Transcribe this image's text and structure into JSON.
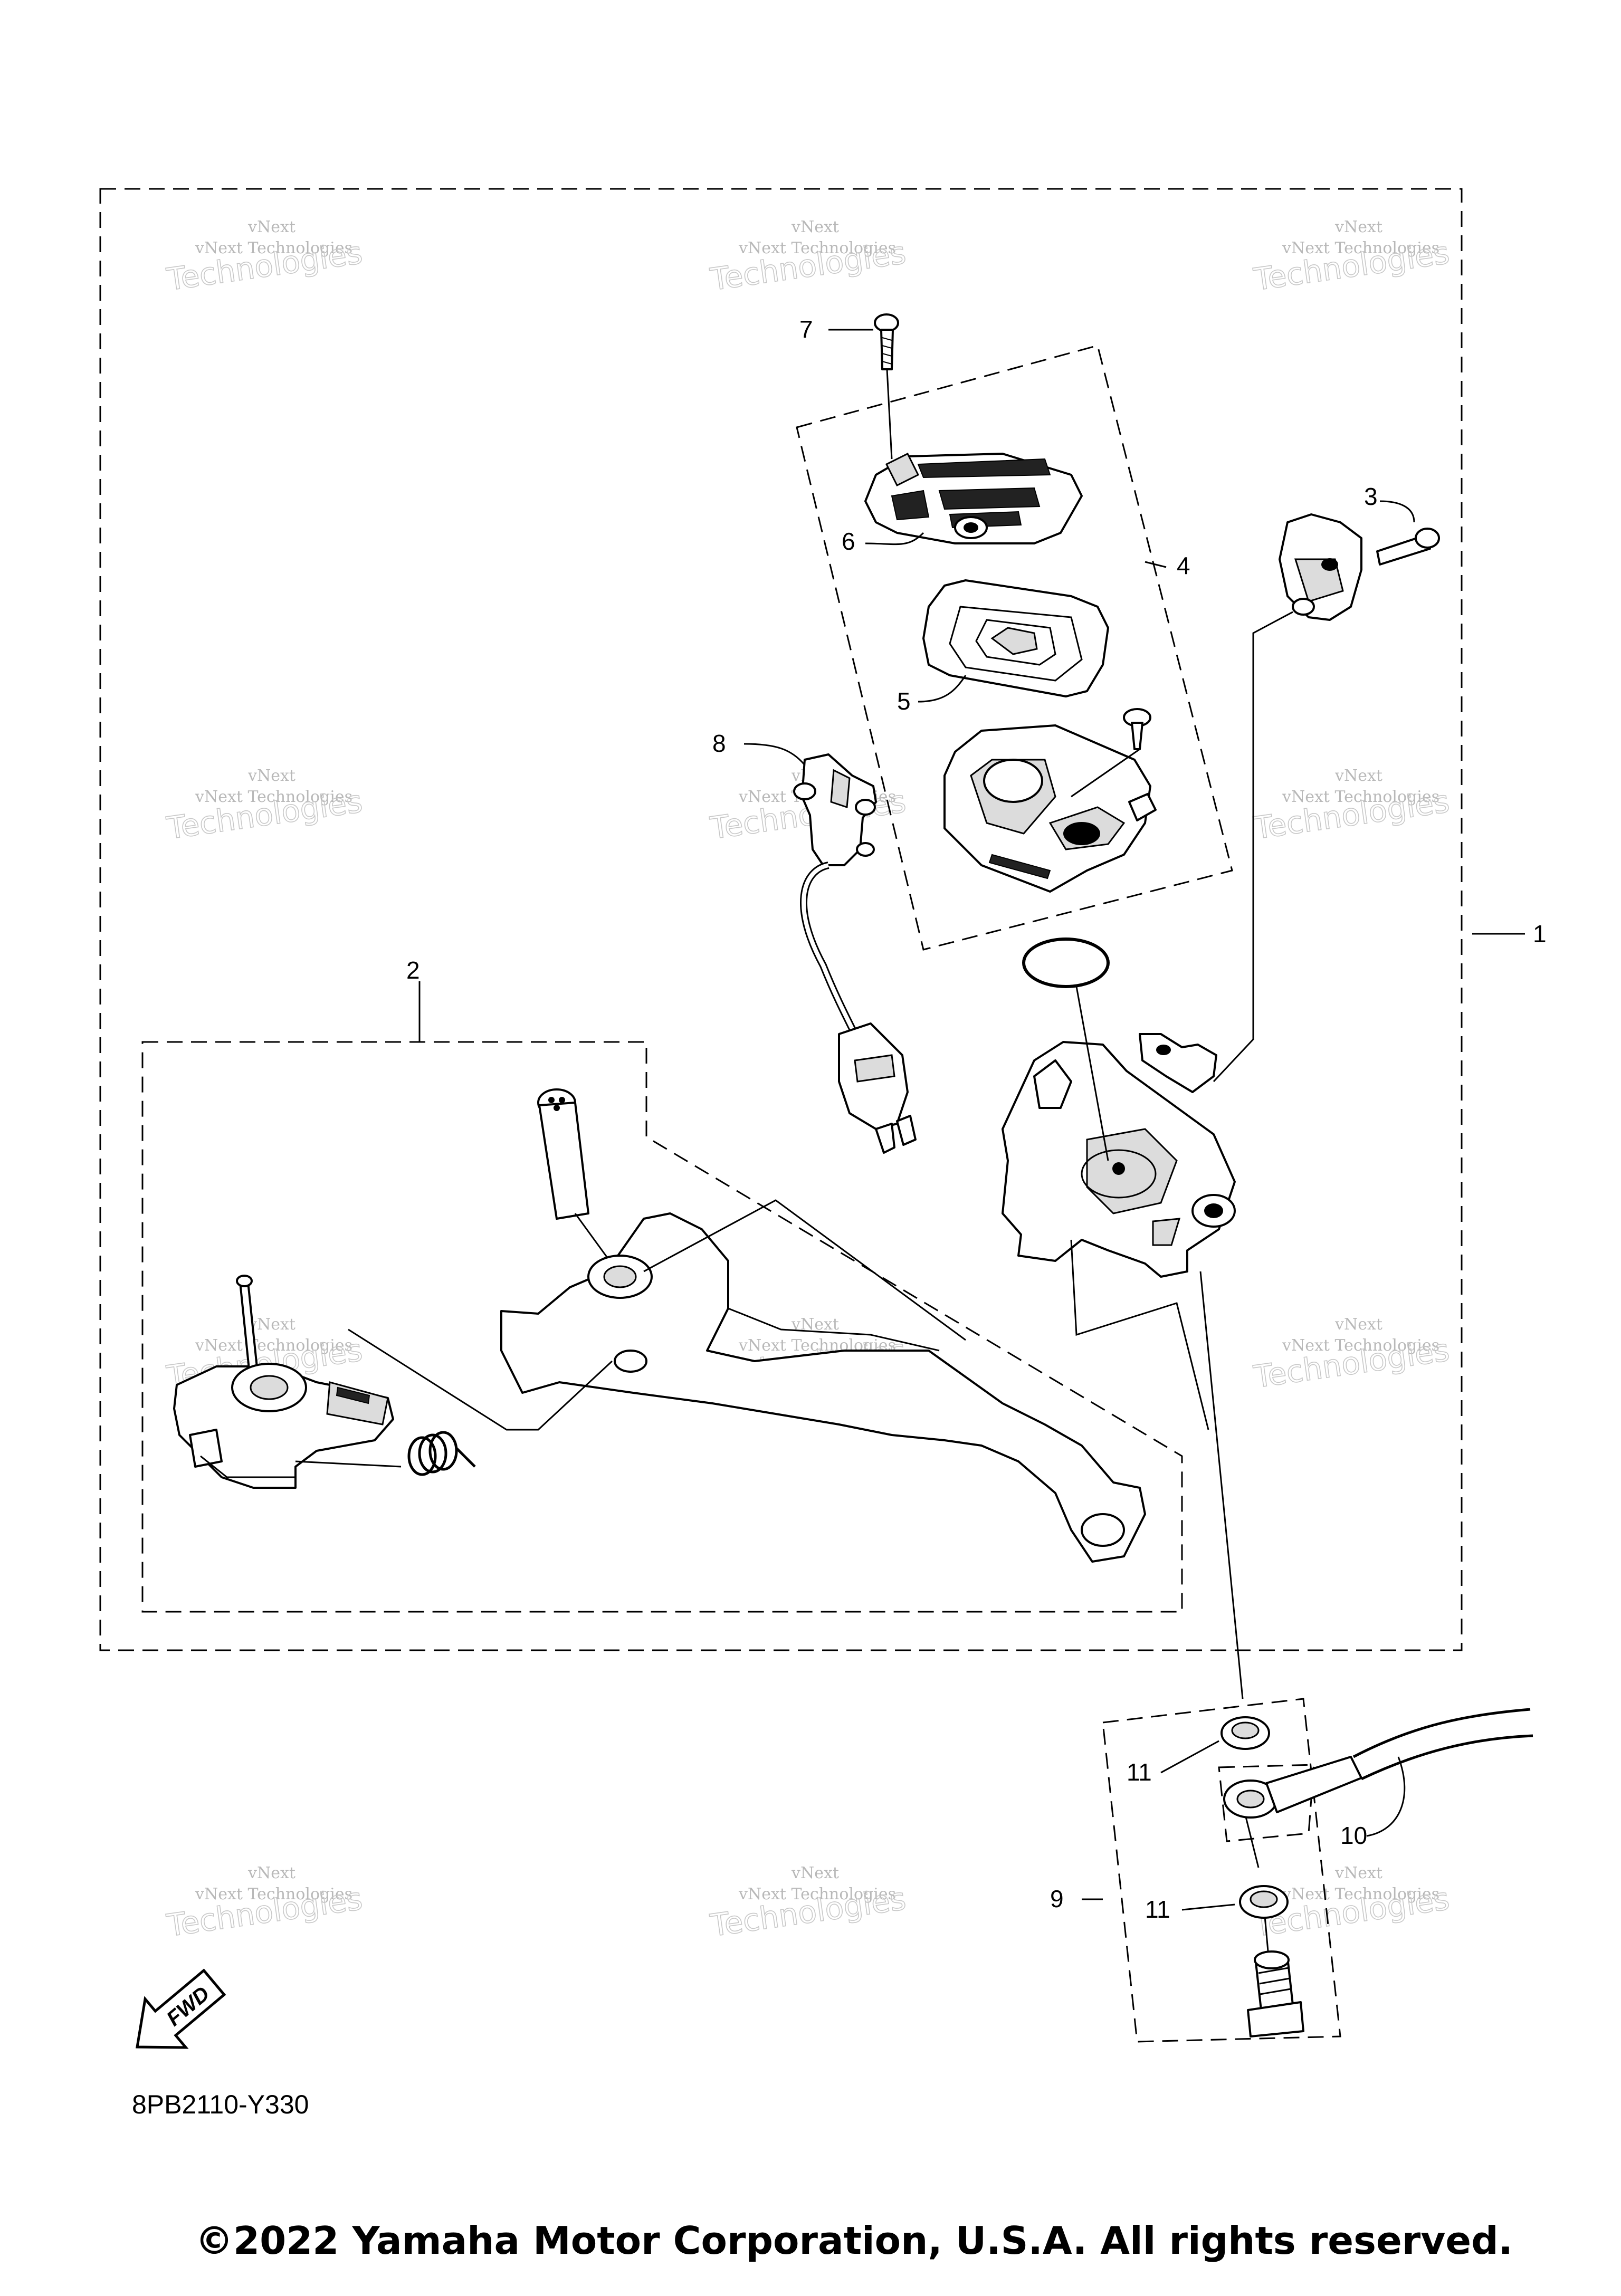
{
  "diagram": {
    "callouts": [
      {
        "id": "1",
        "label": "1"
      },
      {
        "id": "2",
        "label": "2"
      },
      {
        "id": "3",
        "label": "3"
      },
      {
        "id": "4",
        "label": "4"
      },
      {
        "id": "5",
        "label": "5"
      },
      {
        "id": "6",
        "label": "6"
      },
      {
        "id": "7",
        "label": "7"
      },
      {
        "id": "8",
        "label": "8"
      },
      {
        "id": "9",
        "label": "9"
      },
      {
        "id": "10",
        "label": "10"
      },
      {
        "id": "11a",
        "label": "11"
      },
      {
        "id": "11b",
        "label": "11"
      }
    ],
    "watermark": {
      "small": "vNext Technologies",
      "big": "Technologies",
      "top": "vNext"
    },
    "part_code": "8PB2110-Y330",
    "fwd_label": "FWD"
  },
  "footer": {
    "copyright": "©2022 Yamaha Motor Corporation, U.S.A. All rights reserved."
  }
}
